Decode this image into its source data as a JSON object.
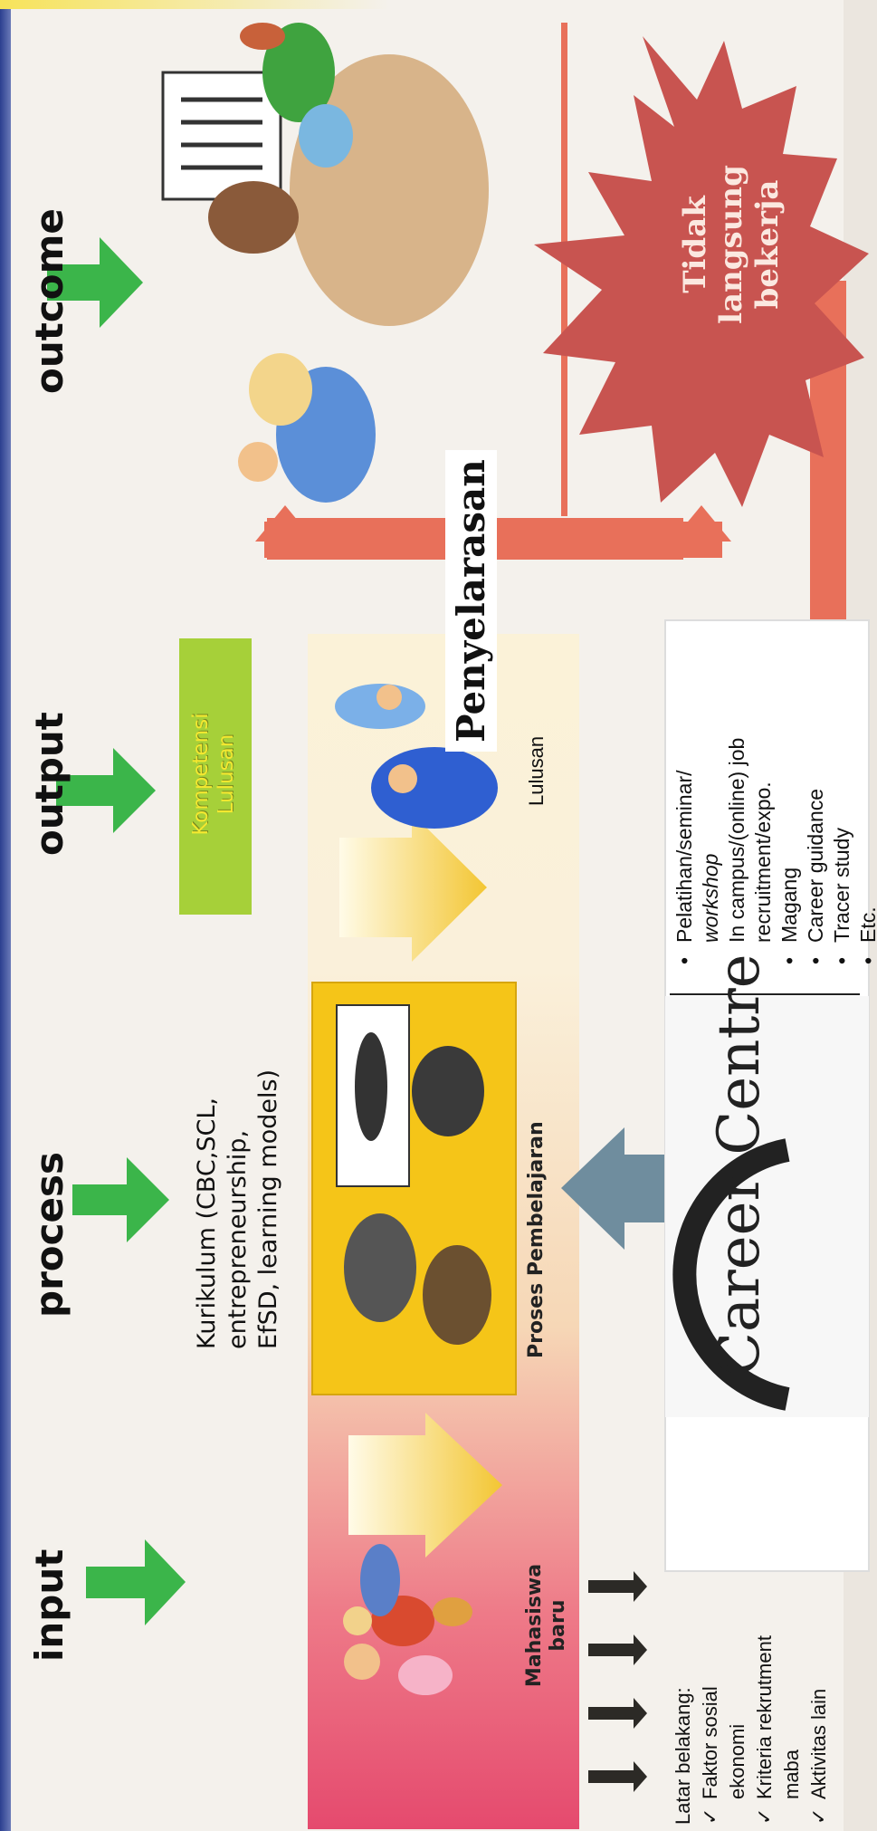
{
  "stages": {
    "input": "input",
    "process": "process",
    "output": "output",
    "outcome": "outcome"
  },
  "curriculum": [
    "Kurikulum (CBC,SCL,",
    "entrepreneurship,",
    "EfSD, learning models)"
  ],
  "kompetensi": [
    "Kompetensi",
    "Lulusan"
  ],
  "mahasiswa_baru": [
    "Mahasiswa",
    "baru"
  ],
  "proses_pembelajaran": "Proses Pembelajaran",
  "lulusan": "Lulusan",
  "penyelarasan": "Penyelarasan",
  "tidak_langsung_bekerja": [
    "Tidak",
    "langsung",
    "bekerja"
  ],
  "latar_belakang": {
    "title": "Latar belakang:",
    "items": [
      "Faktor sosial",
      "ekonomi",
      "Kriteria rekrutment",
      "maba",
      "Aktivitas lain"
    ]
  },
  "career_centre": {
    "logo_text": "Career Centre",
    "items": [
      "Pelatihan/seminar/",
      "workshop",
      "In campus/(online) job",
      "recruitment/expo.",
      "Magang",
      "Career guidance",
      "Tracer study",
      "Etc."
    ]
  },
  "colors": {
    "green_arrow": "#3bb54a",
    "coral": "#e8705a",
    "star": "#c85450",
    "kompetensi_bg": "#a6d039",
    "kompetensi_text": "#f3e830",
    "yellow_panel": "#f5c518",
    "gray_arrow": "#6f8d9e",
    "dark_arrow": "#2c2a26"
  }
}
